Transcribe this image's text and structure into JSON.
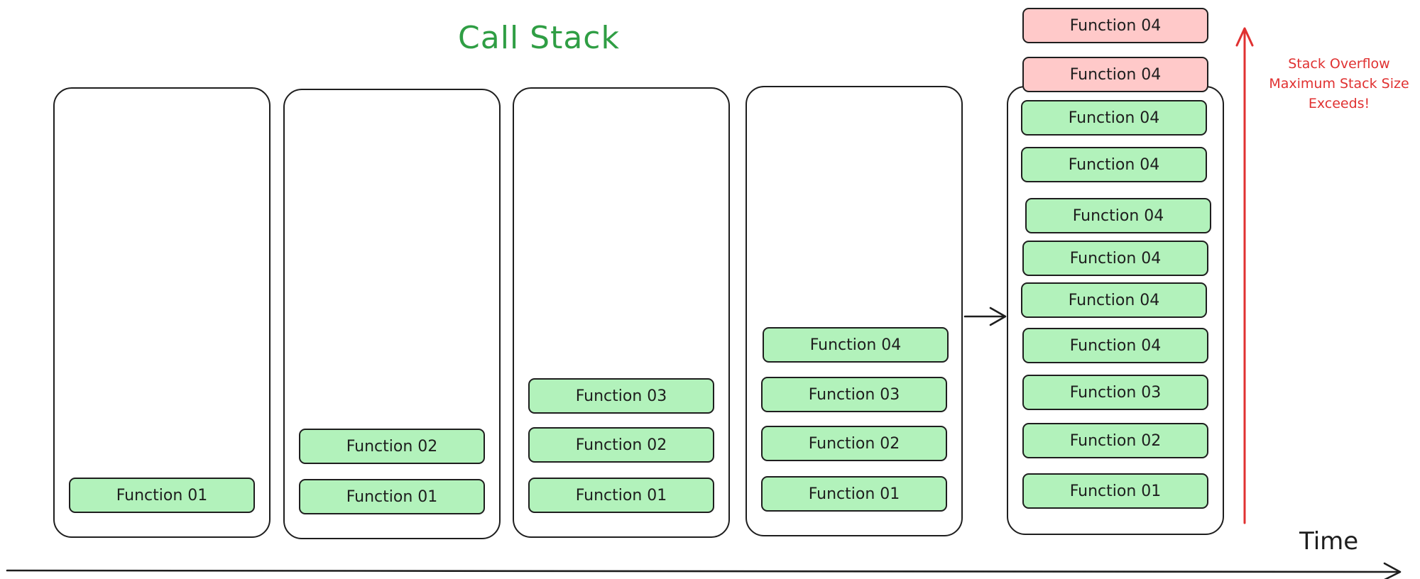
{
  "title": "Call Stack",
  "frames": [
    {
      "items": [
        "Function 01"
      ]
    },
    {
      "items": [
        "Function 02",
        "Function 01"
      ]
    },
    {
      "items": [
        "Function 03",
        "Function 02",
        "Function 01"
      ]
    },
    {
      "items": [
        "Function 04",
        "Function 03",
        "Function 02",
        "Function 01"
      ]
    },
    {
      "overflow_items": [
        "Function 04",
        "Function 04"
      ],
      "items": [
        "Function 04",
        "Function 04",
        "Function 04",
        "Function 04",
        "Function 04",
        "Function 04",
        "Function 03",
        "Function 02",
        "Function 01"
      ]
    }
  ],
  "overflow_note": [
    "Stack Overflow",
    "Maximum Stack Size",
    "Exceeds!"
  ],
  "time_label": "Time",
  "colors": {
    "title": "#2f9e44",
    "frame_fill": "#b2f2bb",
    "overflow_fill": "#ffc9c9",
    "overflow_arrow": "#e03131",
    "stroke": "#1e1e1e"
  }
}
